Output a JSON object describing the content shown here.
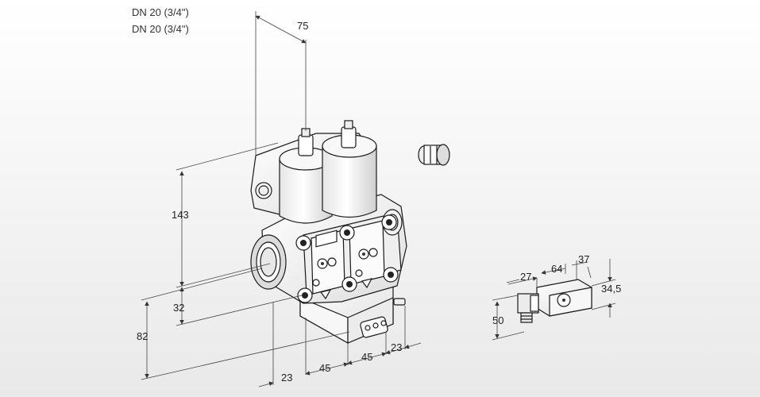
{
  "title": {
    "lines": [
      "DN 20 (3/4\")",
      "DN 20 (3/4\")"
    ]
  },
  "dimensions": {
    "width_top": "75",
    "height_body": "143",
    "inlet_height": "32",
    "total_height": "82",
    "offset_left": "23",
    "spacing_1": "45",
    "spacing_2": "45",
    "offset_right": "23"
  },
  "detail_dimensions": {
    "connector_width": "27",
    "plug_length": "64",
    "plug_width": "37",
    "plug_height": "34,5",
    "overall_height": "50"
  },
  "colors": {
    "line": "#1a1a1a",
    "dimension_line": "#444444",
    "body_fill": "#f2f2f2",
    "background": "#ffffff"
  },
  "icons": [
    "valve-assembly",
    "cable-gland",
    "plug-connector"
  ]
}
